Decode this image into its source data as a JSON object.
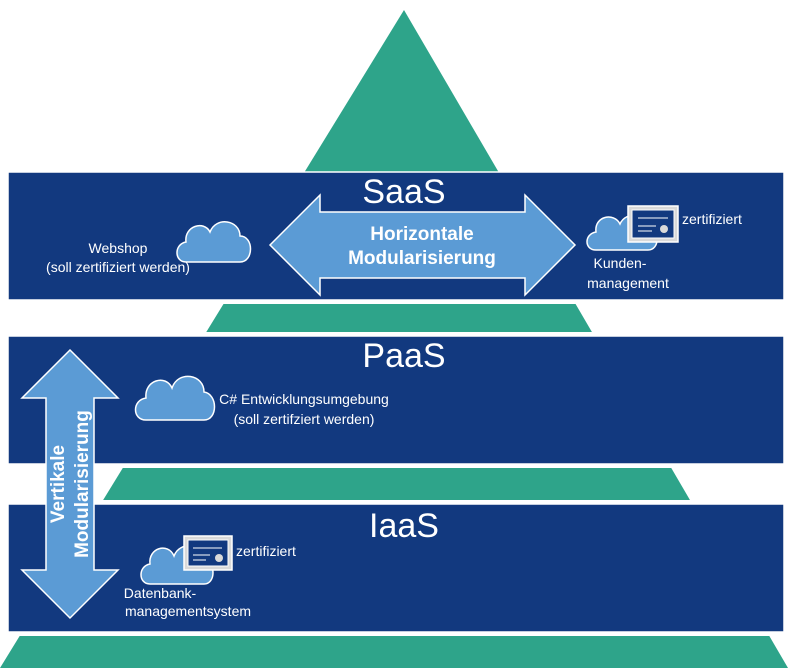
{
  "colors": {
    "pyramid": "#2ea48a",
    "band": "#12397f",
    "arrow": "#5b9bd5",
    "text": "#ffffff"
  },
  "layers": {
    "saas": {
      "title": "SaaS",
      "arrow_label_line1": "Horizontale",
      "arrow_label_line2": "Modularisierung",
      "webshop_line1": "Webshop",
      "webshop_line2": "(soll zertifiziert werden)",
      "kunden_line1": "Kunden-",
      "kunden_line2": "management",
      "kunden_badge": "zertifiziert"
    },
    "paas": {
      "title": "PaaS",
      "env_line1": "C# Entwicklungsumgebung",
      "env_line2": "(soll zertifziert werden)"
    },
    "iaas": {
      "title": "IaaS",
      "db_line1": "Datenbank-",
      "db_line2": "managementsystem",
      "db_badge": "zertifiziert"
    }
  },
  "vertical_arrow": {
    "label_line1": "Vertikale",
    "label_line2": "Modularisierung"
  },
  "icons": [
    "cloud-icon",
    "certificate-icon",
    "double-arrow-horizontal",
    "double-arrow-vertical"
  ]
}
